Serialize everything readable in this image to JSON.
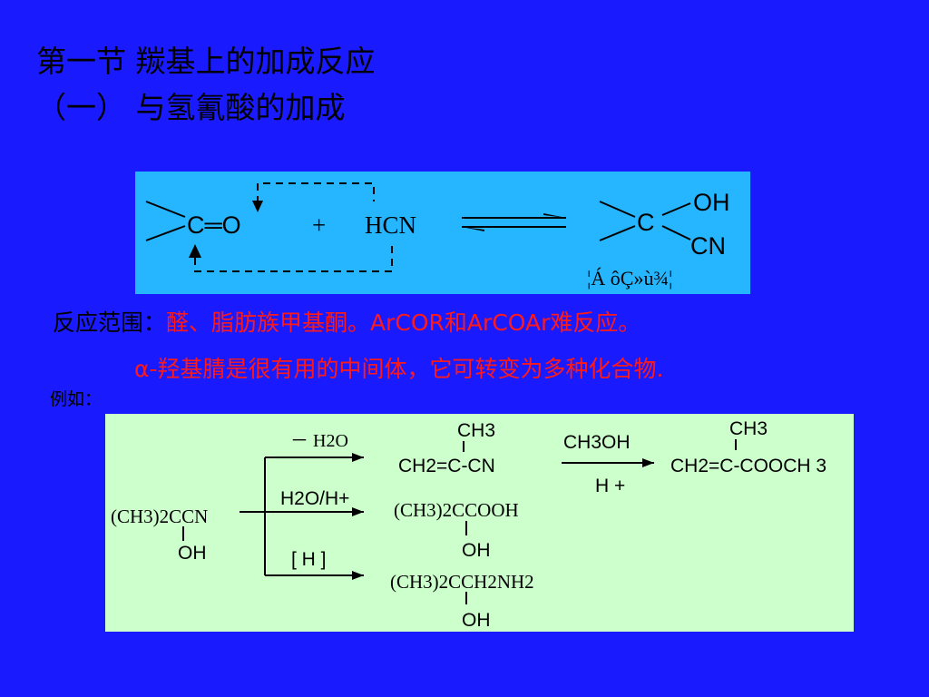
{
  "title": {
    "line1": "第一节 羰基上的加成反应",
    "line2": "（一）  与氢氰酸的加成"
  },
  "equation": {
    "carbonyl": "C═O",
    "plus": "+",
    "reagent": "HCN",
    "product_c": "C",
    "product_oh": "OH",
    "product_cn": "CN",
    "garbled_caption": "¦Á    ôÇ»ù¾¦"
  },
  "scope": {
    "label_prefix": "反应",
    "label_emph": "范围",
    "colon": "：",
    "text1": "醛、脂肪族甲基酮。ArCOR和ArCOAr难反应。",
    "text2": "α-羟基腈是很有用的中间体，它可转变为多种化合物."
  },
  "example_label": "例如：",
  "scheme": {
    "start_top": "(CH3)2CCN",
    "start_oh": "OH",
    "cond1": "－ H2O",
    "cond2": "H2O/H+",
    "cond3": "[ H ]",
    "p1_ch3": "CH3",
    "p1_main": "CH2=C-CN",
    "cond4_top": "CH3OH",
    "cond4_bottom": "H +",
    "p4_ch3": "CH3",
    "p4_main": "CH2=C-COOCH 3",
    "p2_main": "(CH3)2CCOOH",
    "p2_oh": "OH",
    "p3_main": "(CH3)2CCH2NH2",
    "p3_oh": "OH"
  },
  "colors": {
    "background": "#1a1aff",
    "panel_top": "#26b5ff",
    "panel_bottom": "#ccffcc",
    "highlight": "#ff1a1a"
  }
}
